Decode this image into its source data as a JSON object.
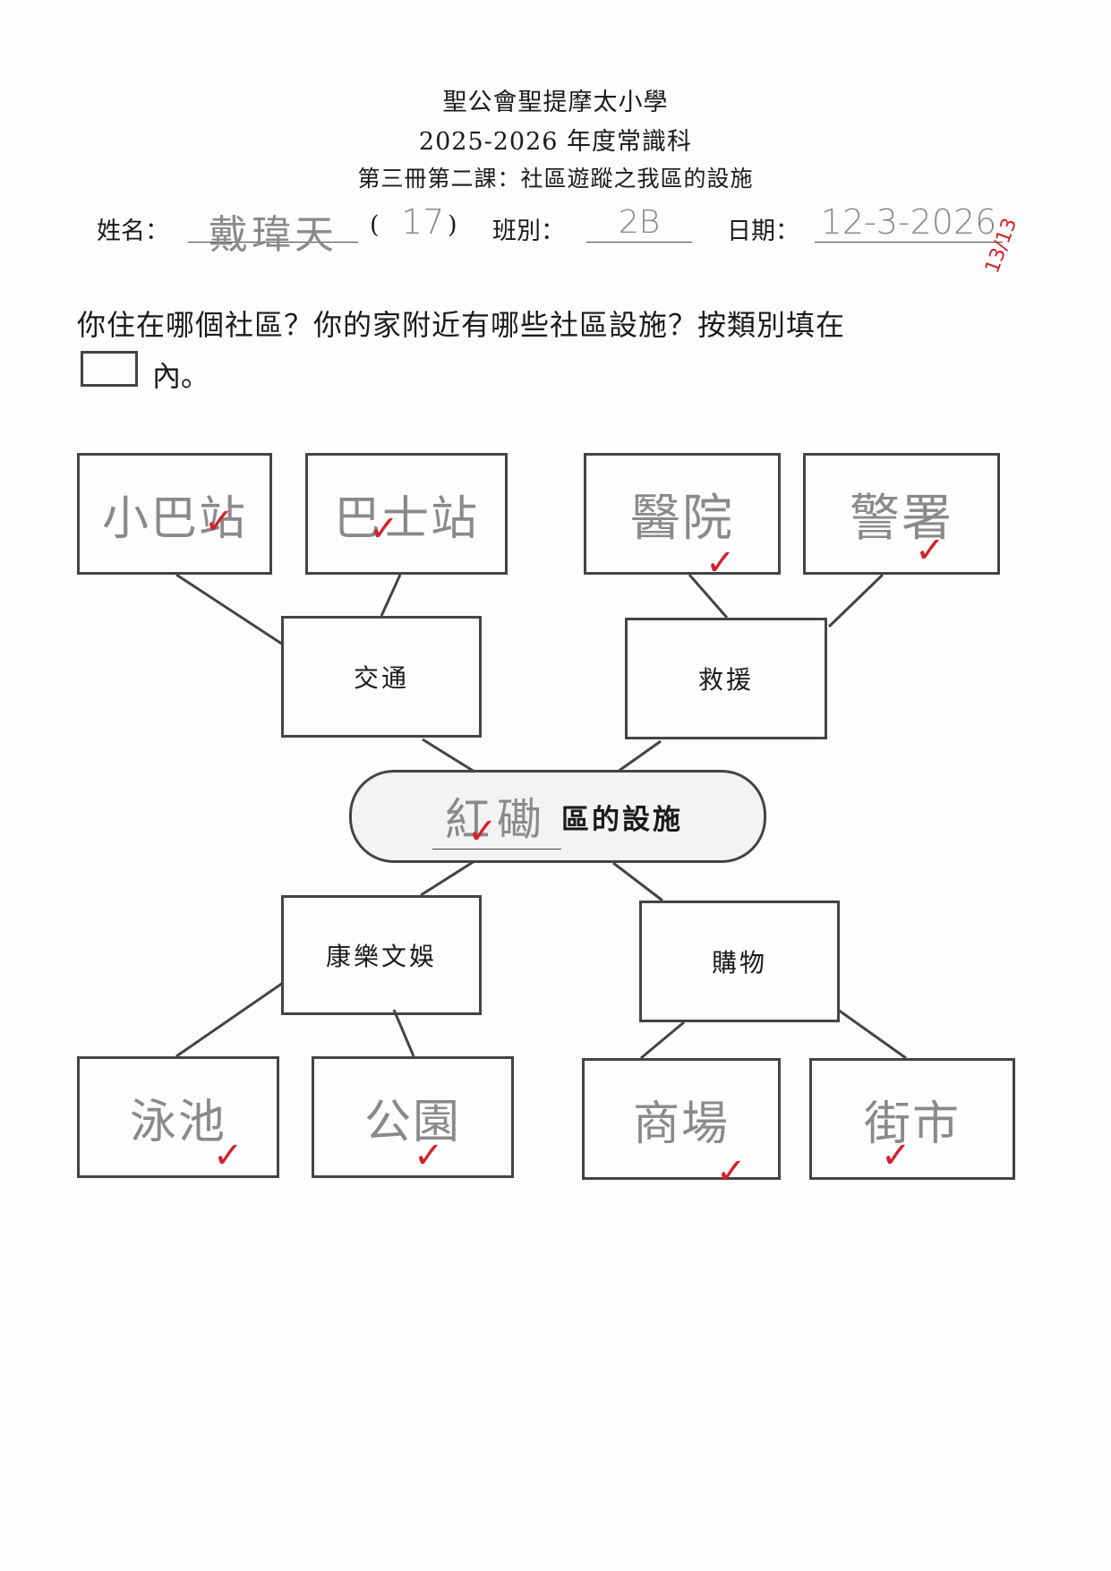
{
  "header": {
    "school": "聖公會聖提摩太小學",
    "year": "2025-2026 年度常識科",
    "lesson": "第三冊第二課：社區遊蹤之我區的設施"
  },
  "student": {
    "name_label": "姓名：",
    "name": "戴瑋天",
    "number_open": "(",
    "number": "17",
    "number_close": ")",
    "class_label": "班別：",
    "class": "2B",
    "date_label": "日期：",
    "date": "12-3-2026",
    "score": "13/13"
  },
  "question": {
    "line1": "你住在哪個社區？你的家附近有哪些社區設施？按類別填在",
    "line2": "內。"
  },
  "diagram": {
    "center": {
      "handwritten": "紅磡",
      "printed": "區的設施"
    },
    "categories": {
      "transport": "交通",
      "rescue": "救援",
      "leisure": "康樂文娛",
      "shopping": "購物"
    },
    "answers": {
      "transport_1": "小巴站",
      "transport_2": "巴士站",
      "rescue_1": "醫院",
      "rescue_2": "警署",
      "leisure_1": "泳池",
      "leisure_2": "公園",
      "shopping_1": "商場",
      "shopping_2": "街市"
    },
    "tick_mark": "✓",
    "tick_color": "#d4202a"
  }
}
